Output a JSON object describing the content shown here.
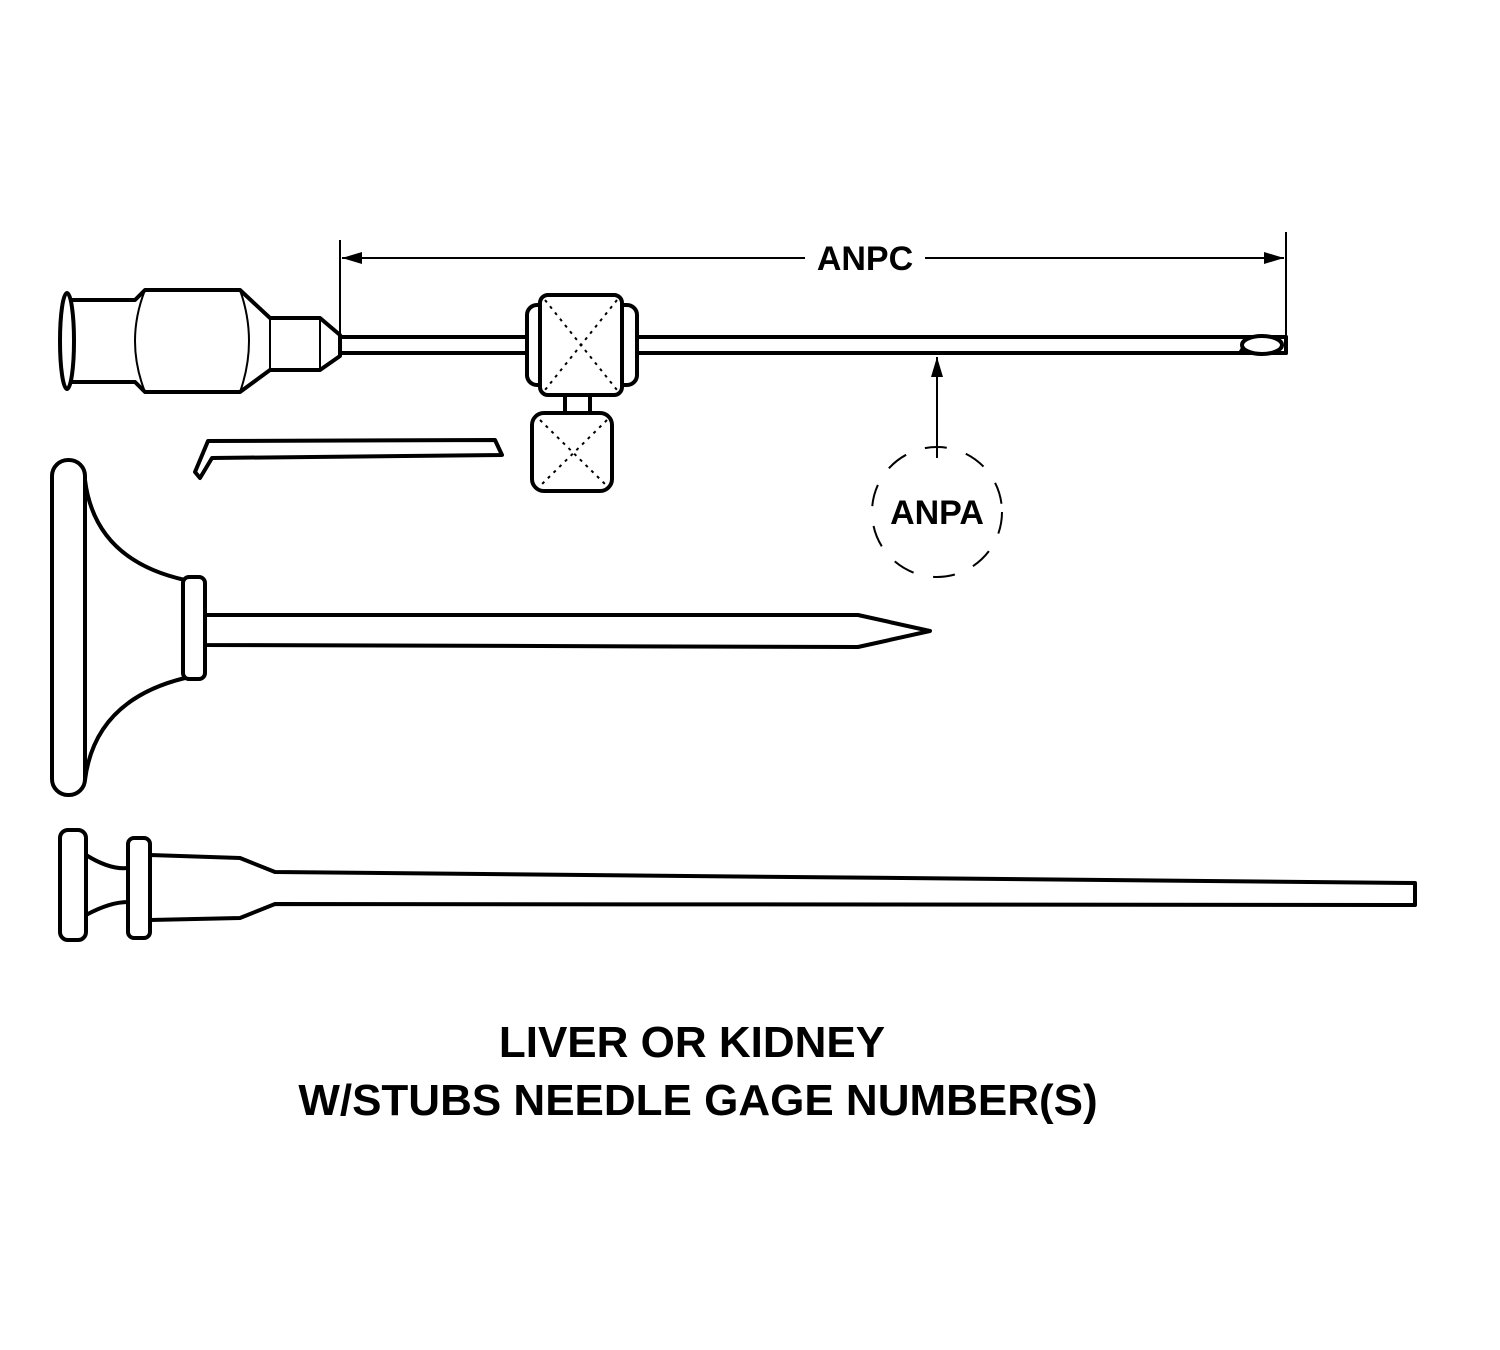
{
  "labels": {
    "length_dimension": "ANPC",
    "gage_callout": "ANPA"
  },
  "caption": {
    "line1": "LIVER OR KIDNEY",
    "line2": "W/STUBS NEEDLE GAGE NUMBER(S)"
  }
}
